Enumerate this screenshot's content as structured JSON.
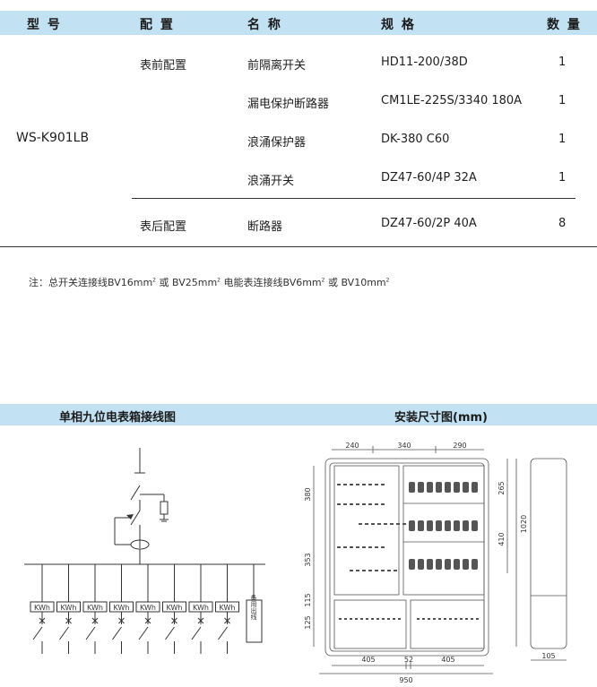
{
  "table": {
    "headers": {
      "model": "型 号",
      "config": "配 置",
      "name": "名 称",
      "spec": "规 格",
      "qty": "数 量"
    },
    "model": "WS-K901LB",
    "groups": [
      {
        "label": "表前配置",
        "rows": [
          {
            "name": "前隔离开关",
            "spec": "HD11-200/38D",
            "qty": "1"
          },
          {
            "name": "漏电保护断路器",
            "spec": "CM1LE-225S/3340 180A",
            "qty": "1"
          },
          {
            "name": "浪涌保护器",
            "spec": "DK-380  C60",
            "qty": "1"
          },
          {
            "name": "浪涌开关",
            "spec": "DZ47-60/4P 32A",
            "qty": "1"
          }
        ]
      },
      {
        "label": "表后配置",
        "rows": [
          {
            "name": "断路器",
            "spec": "DZ47-60/2P 40A",
            "qty": "8"
          }
        ]
      }
    ]
  },
  "note": {
    "prefix": "注：总开关连接线BV16mm",
    "p2": " 或 BV25mm",
    "p3": " 电能表连接线BV6mm",
    "p4": " 或 BV10mm",
    "sup": "2"
  },
  "sections": {
    "wiring_title": "单相九位电表箱接线图",
    "dimension_title": "安装尺寸图(mm)"
  },
  "wiring": {
    "meter_label": "KWh",
    "meter_count": 8,
    "spare_label": "备用出线"
  },
  "dimensions": {
    "top": [
      "240",
      "340",
      "290"
    ],
    "left": [
      "380",
      "353",
      "115",
      "125"
    ],
    "right_inner": [
      "265",
      "410"
    ],
    "right_outer": "1020",
    "bottom": [
      "405",
      "52",
      "405"
    ],
    "width": "950",
    "depth": "105"
  }
}
